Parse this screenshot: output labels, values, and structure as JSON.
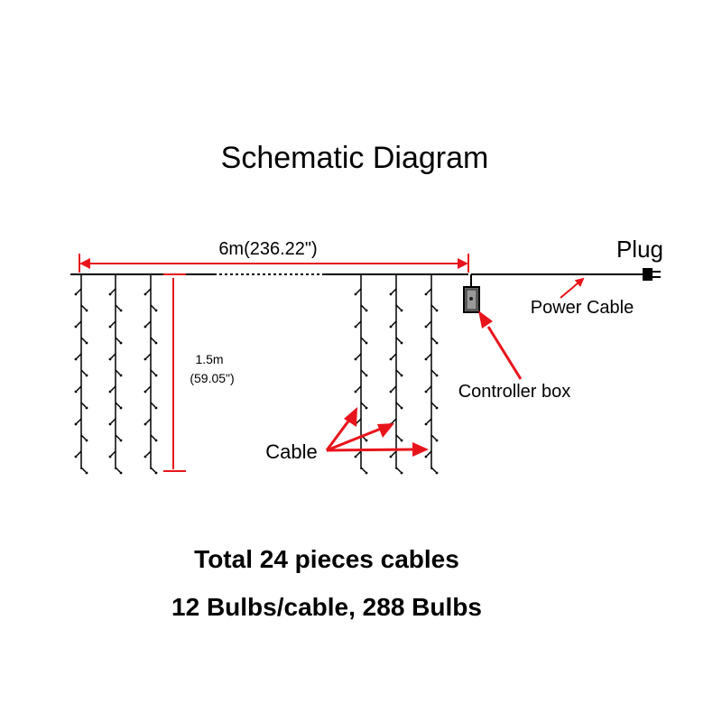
{
  "title": "Schematic Diagram",
  "width_label": "6m(236.22\")",
  "height_label_m": "1.5m",
  "height_label_in": "(59.05\")",
  "plug_label": "Plug",
  "power_cable_label": "Power Cable",
  "controller_label": "Controller box",
  "cable_label": "Cable",
  "total_text": "Total 24 pieces cables",
  "bulbs_text": "12 Bulbs/cable, 288 Bulbs",
  "colors": {
    "line": "#000000",
    "arrow": "#e8141b",
    "text": "#000000"
  }
}
